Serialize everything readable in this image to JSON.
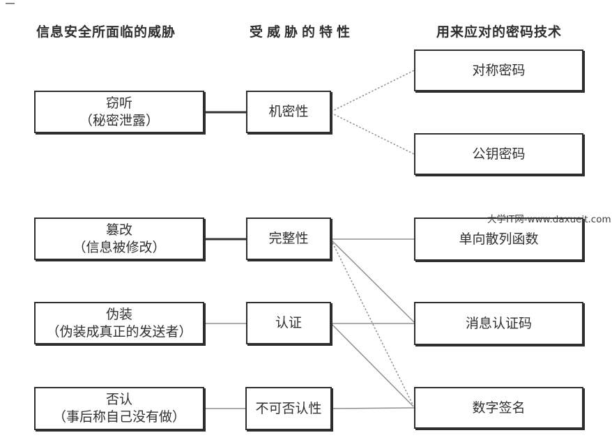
{
  "headers": [
    {
      "id": "threats",
      "label": "信息安全所面临的威胁"
    },
    {
      "id": "properties",
      "label": "受威胁的特性"
    },
    {
      "id": "techniques",
      "label": "用来应对的密码技术"
    }
  ],
  "boxes": {
    "threats": [
      {
        "id": "eavesdropping",
        "title": "窃听",
        "subtitle": "（秘密泄露）"
      },
      {
        "id": "tampering",
        "title": "篡改",
        "subtitle": "（信息被修改）"
      },
      {
        "id": "spoofing",
        "title": "伪装",
        "subtitle": "（伪装成真正的发送者）"
      },
      {
        "id": "repudiation",
        "title": "否认",
        "subtitle": "（事后称自己没有做）"
      }
    ],
    "properties": [
      {
        "id": "confidentiality",
        "label": "机密性"
      },
      {
        "id": "integrity",
        "label": "完整性"
      },
      {
        "id": "authentication",
        "label": "认证"
      },
      {
        "id": "non-repudiation",
        "label": "不可否认性"
      }
    ],
    "techniques": [
      {
        "id": "symmetric-cipher",
        "label": "对称密码"
      },
      {
        "id": "public-key-cipher",
        "label": "公钥密码"
      },
      {
        "id": "one-way-hash",
        "label": "单向散列函数"
      },
      {
        "id": "message-auth-code",
        "label": "消息认证码"
      },
      {
        "id": "digital-signature",
        "label": "数字签名"
      }
    ]
  },
  "connections": [
    {
      "from": "窃听",
      "to": "机密性",
      "style": "strong"
    },
    {
      "from": "篡改",
      "to": "完整性",
      "style": "strong"
    },
    {
      "from": "伪装",
      "to": "认证",
      "style": "thin"
    },
    {
      "from": "否认",
      "to": "不可否认性",
      "style": "thin"
    },
    {
      "from": "机密性",
      "to": "对称密码",
      "style": "dotted"
    },
    {
      "from": "机密性",
      "to": "公钥密码",
      "style": "dotted"
    },
    {
      "from": "完整性",
      "to": "单向散列函数",
      "style": "thin"
    },
    {
      "from": "完整性",
      "to": "消息认证码",
      "style": "thin"
    },
    {
      "from": "完整性",
      "to": "数字签名",
      "style": "dotted"
    },
    {
      "from": "认证",
      "to": "消息认证码",
      "style": "thin"
    },
    {
      "from": "认证",
      "to": "数字签名",
      "style": "thin"
    },
    {
      "from": "不可否认性",
      "to": "数字签名",
      "style": "thin"
    }
  ],
  "watermark": {
    "text": "大学IT网-www.daxueit.com"
  },
  "colors": {
    "box_border": "#2d2d2d",
    "text": "#2f2f2f",
    "strong_line": "#333333",
    "thin_line": "#8f8f8f",
    "background": "#ffffff"
  }
}
